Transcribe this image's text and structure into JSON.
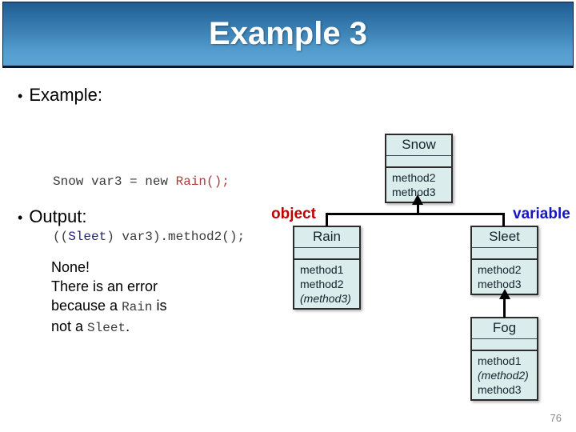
{
  "slide": {
    "title": "Example 3",
    "page_number": "76"
  },
  "bullets": {
    "example_label": "Example:",
    "output_label": "Output:",
    "bullet_glyph": "•"
  },
  "code": {
    "line1": {
      "part1": "Snow var3 = new ",
      "type_highlight": "Rain",
      "part2": "();"
    },
    "line2": {
      "part1": "((",
      "type_highlight": "Sleet",
      "part2": ") var3).method2();"
    }
  },
  "output": {
    "line1": "None!",
    "line2": "There is an error",
    "line3_pre": "because a ",
    "line3_mono": "Rain",
    "line3_post": " is",
    "line4_pre": "not a ",
    "line4_mono": "Sleet",
    "line4_post": "."
  },
  "diagram": {
    "classes": [
      {
        "name": "Snow",
        "methods": [
          {
            "label": "method2",
            "abstract": false
          },
          {
            "label": "method3",
            "abstract": false
          }
        ]
      },
      {
        "name": "Rain",
        "methods": [
          {
            "label": "method1",
            "abstract": false
          },
          {
            "label": "method2",
            "abstract": false
          },
          {
            "label": "(method3)",
            "abstract": true
          }
        ]
      },
      {
        "name": "Sleet",
        "methods": [
          {
            "label": "method2",
            "abstract": false
          },
          {
            "label": "method3",
            "abstract": false
          }
        ]
      },
      {
        "name": "Fog",
        "methods": [
          {
            "label": "method1",
            "abstract": false
          },
          {
            "label": "(method2)",
            "abstract": true
          },
          {
            "label": "method3",
            "abstract": false
          }
        ]
      }
    ],
    "annotations": {
      "object_label": "object",
      "variable_label": "variable"
    }
  },
  "colors": {
    "title_bar_top": "#1f5b8e",
    "title_bar_bottom": "#5ba3d2",
    "code_type_red": "#b03a3a",
    "code_type_blue": "#23237a",
    "object_label": "#c00000",
    "variable_label": "#1414c8",
    "uml_fill": "#dbeced"
  }
}
